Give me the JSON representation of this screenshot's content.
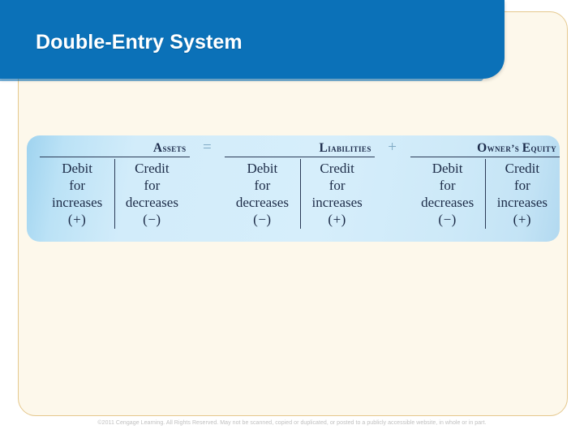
{
  "slide": {
    "title": "Double-Entry System",
    "title_band_color": "#0B71B8",
    "panel_color": "#FDF8EB",
    "panel_border_color": "#E5C88D",
    "figure_color": "#D2ECFA"
  },
  "figure": {
    "name": "accounting-equation",
    "operators": {
      "equals": "=",
      "plus": "+"
    },
    "groups": [
      {
        "id": "assets",
        "header_first_letter": "A",
        "header_rest": "ssets",
        "columns": [
          {
            "type": "debit",
            "line1": "Debit",
            "line2": "for",
            "line3": "increases",
            "sign": "(+)"
          },
          {
            "type": "credit",
            "line1": "Credit",
            "line2": "for",
            "line3": "decreases",
            "sign": "(−)"
          }
        ]
      },
      {
        "id": "liabilities",
        "header_first_letter": "L",
        "header_rest": "iabilities",
        "columns": [
          {
            "type": "debit",
            "line1": "Debit",
            "line2": "for",
            "line3": "decreases",
            "sign": "(−)"
          },
          {
            "type": "credit",
            "line1": "Credit",
            "line2": "for",
            "line3": "increases",
            "sign": "(+)"
          }
        ]
      },
      {
        "id": "owners-equity",
        "header_first_letter": "O",
        "header_rest": "wner’s ",
        "header_first_letter2": "E",
        "header_rest2": "quity",
        "columns": [
          {
            "type": "debit",
            "line1": "Debit",
            "line2": "for",
            "line3": "decreases",
            "sign": "(−)"
          },
          {
            "type": "credit",
            "line1": "Credit",
            "line2": "for",
            "line3": "increases",
            "sign": "(+)"
          }
        ]
      }
    ]
  },
  "footer": {
    "copyright": "©2011 Cengage Learning. All Rights Reserved. May not be scanned, copied or duplicated, or posted to a publicly accessible website, in whole or in part."
  }
}
